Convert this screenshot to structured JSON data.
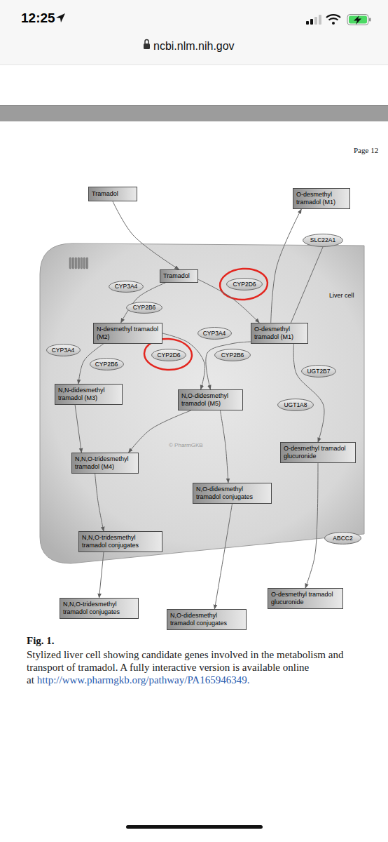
{
  "diagram": {
    "caption": "Stylized liver cell showing candidate genes involved in the metabolism and transport of tramadol. A fully interactive version is available online at",
    "nodes": [
      {
        "text": [
          "Tramadol"
        ]
      },
      {
        "text": [
          "O-desmethyl tramadol (M1)"
        ]
      },
      {
        "text": [
          "SLC22A1"
        ]
      },
      {
        "text": [
          "Liver cell"
        ]
      },
      {
        "text": [
          "Tramadol"
        ],
        "in": 3
      },
      {
        "text": [
          "CYP3A4"
        ],
        "in": 3
      },
      {
        "text": [
          "CYP2D6"
        ],
        "in": 3
      },
      {
        "text": [
          "CYP2B6"
        ],
        "in": 3
      },
      {
        "text": [
          "N-desmethyl tramadol (M2)"
        ],
        "in": 3
      },
      {
        "text": [
          "CYP3A4"
        ],
        "in": 3
      },
      {
        "text": [
          "O-desmethyl tramadol (M1)"
        ],
        "in": 3
      },
      {
        "text": [
          "CYP2D6"
        ],
        "in": 3
      },
      {
        "text": [
          "CYP2B6"
        ],
        "in": 3
      },
      {
        "text": [
          "CYP3A4"
        ],
        "in": 3
      },
      {
        "text": [
          "CYP2B6"
        ],
        "in": 3
      },
      {
        "text": [
          "UGT2B7"
        ],
        "in": 3
      },
      {
        "text": [
          "N,N-didesmethyl tramadol (M3)"
        ],
        "in": 3
      },
      {
        "text": [
          "N,O-didesmethyl tramadol (M5)"
        ],
        "in": 3
      },
      {
        "text": [
          "UGT1A8"
        ],
        "in": 3
      },
      {
        "text": [
          "N,N,O-tridesmethyl tramadol (M4)"
        ],
        "in": 3
      },
      {
        "text": [
          "O-desmethyl tramadol glucuronide"
        ],
        "in": 3
      },
      {
        "text": [
          "N,O-didesmethyl tramadol conjugates"
        ],
        "in": 3
      },
      {
        "text": [
          "N,N,O-tridesmethyl tramadol conjugates"
        ],
        "in": 3
      },
      {
        "text": [
          "ABCC2"
        ]
      },
      {
        "text": [
          "O-desmethyl tramadol glucuronide"
        ]
      },
      {
        "text": [
          "N,N,O-tridesmethyl tramadol conjugates"
        ]
      },
      {
        "text": [
          "N,O-didesmethyl tramadol conjugates"
        ]
      }
    ],
    "edges": [
      {
        "from": 0,
        "to": 4,
        "arrow": "to"
      },
      {
        "from": 4,
        "to": 8,
        "arrow": "to"
      },
      {
        "from": 4,
        "to": 10,
        "arrow": "to"
      },
      {
        "from": 10,
        "to": 1,
        "arrow": "to"
      },
      {
        "from": 2,
        "to": 10,
        "arrow": "none"
      },
      {
        "from": 8,
        "to": 16,
        "arrow": "to"
      },
      {
        "from": 8,
        "to": 17,
        "arrow": "to"
      },
      {
        "from": 10,
        "to": 17,
        "arrow": "to"
      },
      {
        "from": 10,
        "to": 20,
        "arrow": "to"
      },
      {
        "from": 16,
        "to": 19,
        "arrow": "to"
      },
      {
        "from": 17,
        "to": 19,
        "arrow": "to"
      },
      {
        "from": 17,
        "to": 21,
        "arrow": "to"
      },
      {
        "from": 19,
        "to": 22,
        "arrow": "to"
      },
      {
        "from": 20,
        "to": 24,
        "arrow": "to"
      },
      {
        "from": 21,
        "to": 26,
        "arrow": "to"
      },
      {
        "from": 22,
        "to": 25,
        "arrow": "to"
      }
    ],
    "labels": [
      "12:25",
      "ncbi.nlm.nih.gov",
      "Page 12",
      "© PharmGKB",
      "Fig. 1.",
      "http://www.pharmgkb.org/pathway/PA165946349."
    ]
  }
}
